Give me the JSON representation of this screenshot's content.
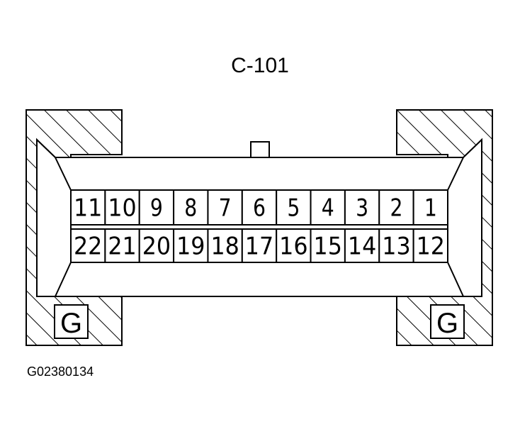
{
  "connector": {
    "title": "C-101",
    "figure_id": "G02380134",
    "ground_label": "G",
    "top_row": [
      "11",
      "10",
      "9",
      "8",
      "7",
      "6",
      "5",
      "4",
      "3",
      "2",
      "1"
    ],
    "bottom_row": [
      "22",
      "21",
      "20",
      "19",
      "18",
      "17",
      "16",
      "15",
      "14",
      "13",
      "12"
    ]
  }
}
